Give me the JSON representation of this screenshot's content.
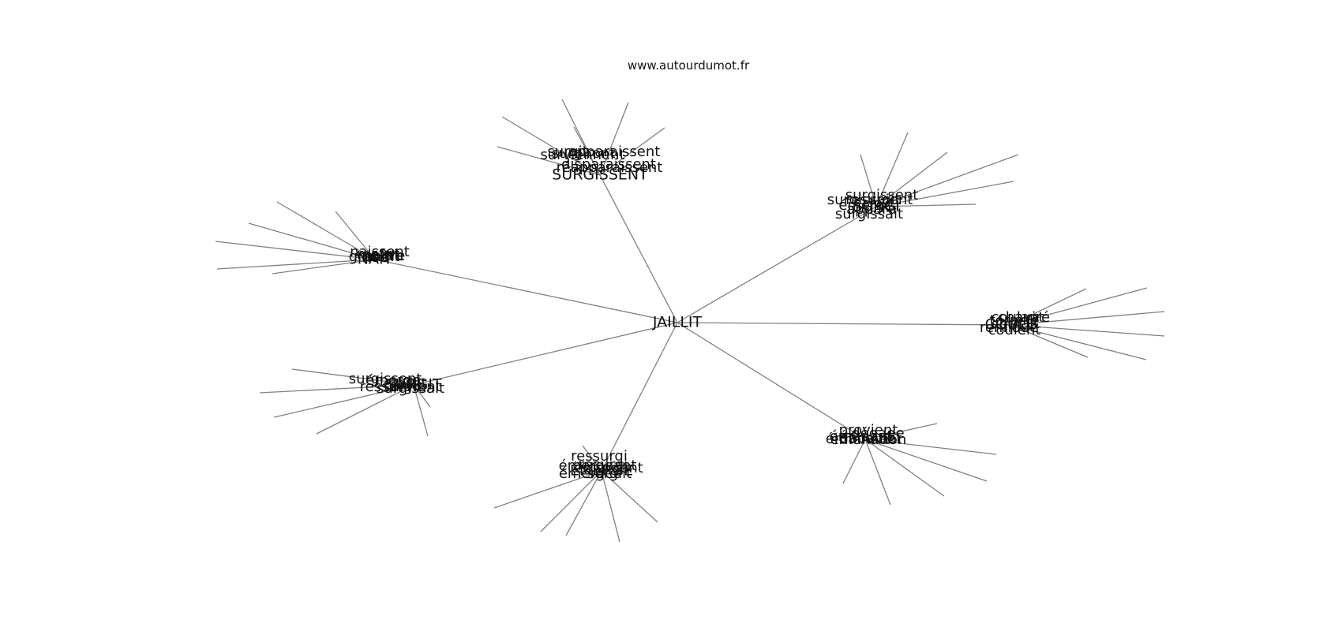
{
  "source": "www.autourdumot.fr",
  "center": "JAILLIT",
  "clusters": [
    {
      "hub": "SURGISSENT",
      "words": [
        "surgit",
        "apparaissent",
        "surviennent",
        "surgiront",
        "disparaissent",
        "réapparaissent"
      ]
    },
    {
      "hub": "SURGI",
      "words": [
        "surgissent",
        "resurgit",
        "surgissaient",
        "émergé",
        "surgissait",
        "apparu"
      ]
    },
    {
      "hub": "NAÎT",
      "words": [
        "naissent",
        "meurt",
        "naître",
        "naîtra",
        "née",
        "grandit"
      ]
    },
    {
      "hub": "COULE",
      "words": [
        "coulant",
        "torpillé",
        "chaviré",
        "coulent",
        "renfloué",
        "coulait"
      ]
    },
    {
      "hub": "SURGIT",
      "words": [
        "surgissent",
        "émerge",
        "ressurgit",
        "jaillit",
        "surgissait",
        "survient"
      ]
    },
    {
      "hub": "ÉMERGE",
      "words": [
        "ressurgi",
        "émergeant",
        "resurgi",
        "émergeait",
        "surgi",
        "émergent"
      ]
    },
    {
      "hub": "ÉMANE",
      "words": [
        "provient",
        "émanant",
        "émanation",
        "émanaient",
        "découle",
        "dégage"
      ]
    }
  ]
}
